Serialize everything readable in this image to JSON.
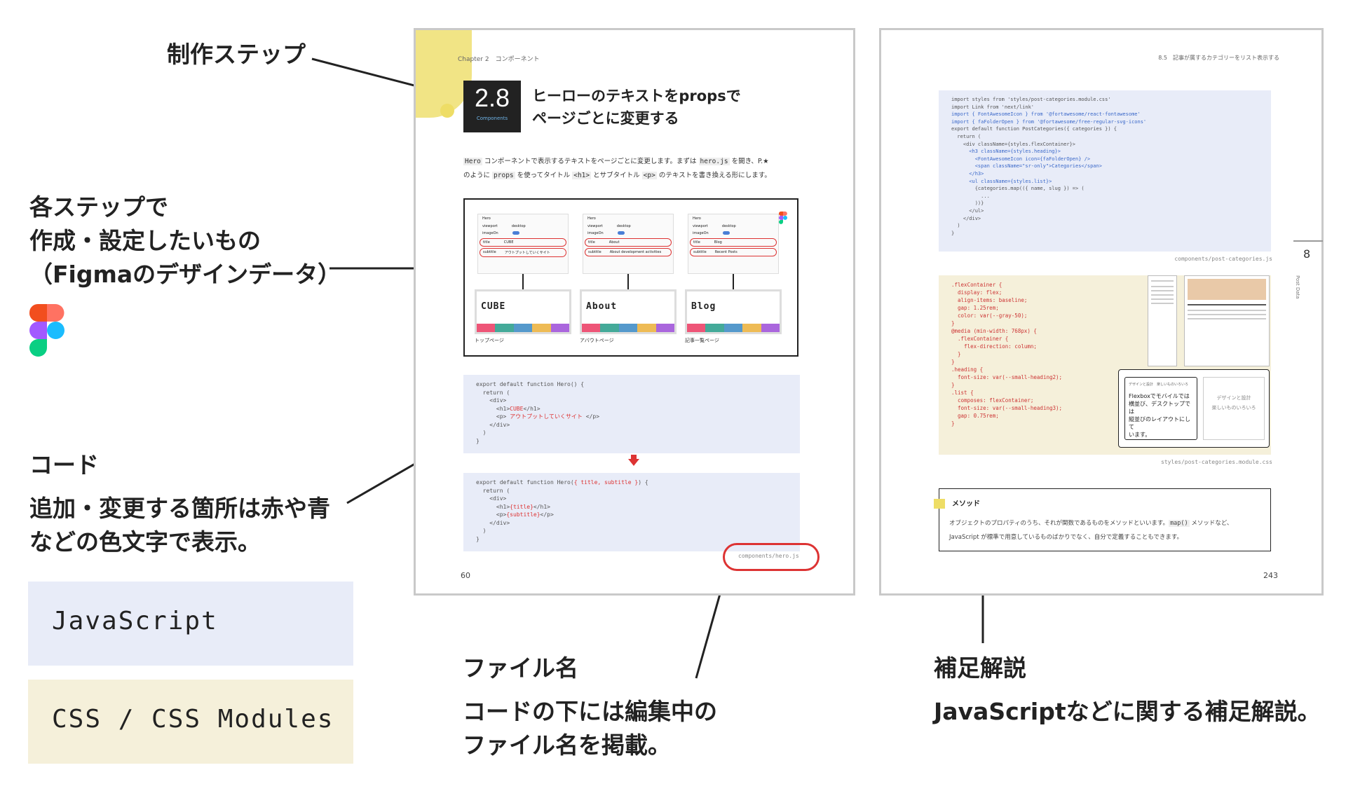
{
  "annotations": {
    "step": "制作ステップ",
    "figma_lines": [
      "各ステップで",
      "作成・設定したいもの",
      "（Figmaのデザインデータ）"
    ],
    "code_title": "コード",
    "code_lines": [
      "追加・変更する箇所は赤や青",
      "などの色文字で表示。"
    ],
    "filename_title": "ファイル名",
    "filename_lines": [
      "コードの下には編集中の",
      "ファイル名を掲載。"
    ],
    "supplement_title": "補足解説",
    "supplement_desc": "JavaScriptなどに関する補足解説。"
  },
  "legend": {
    "js": "JavaScript",
    "css": "CSS / CSS Modules",
    "js_color": "#e8ecf8",
    "css_color": "#f5f0da"
  },
  "left_page": {
    "chapter": "Chapter 2　コンポーネント",
    "section_number": "2.8",
    "section_tag": "Components",
    "heading_lines": [
      "ヒーローのテキストをpropsで",
      "ページごとに変更する"
    ],
    "intro_line1_parts": [
      "Hero",
      " コンポーネントで表示するテキストをページごとに変更します。まずは ",
      "hero.js",
      " を開き、P.★"
    ],
    "intro_line2_parts": [
      "のように ",
      "props",
      " を使ってタイトル ",
      "<h1>",
      " とサブタイトル ",
      "<p>",
      " のテキストを書き換える形にします。"
    ],
    "figma_panels": [
      {
        "name": "Hero",
        "viewport": "viewport",
        "desktop": "desktop",
        "imageOn": "imageOn",
        "title_key": "title",
        "title": "CUBE",
        "subtitle_key": "subtitle",
        "subtitle": "アウトプットしていくサイト",
        "preview": "CUBE",
        "caption": "トップページ",
        "tag": "cube"
      },
      {
        "name": "Hero",
        "viewport": "viewport",
        "desktop": "desktop",
        "imageOn": "imageOn",
        "title_key": "title",
        "title": "About",
        "subtitle_key": "subtitle",
        "subtitle": "About development activities",
        "preview": "About",
        "caption": "アバウトページ",
        "tag": "about"
      },
      {
        "name": "Hero",
        "viewport": "viewport",
        "desktop": "desktop",
        "imageOn": "imageOn",
        "title_key": "title",
        "title": "Blog",
        "subtitle_key": "subtitle",
        "subtitle": "Recent Posts",
        "preview": "Blog",
        "caption": "記事一覧ページ",
        "tag": "blog"
      }
    ],
    "code_before": {
      "l1": "export default function Hero() {",
      "l2": "  return (",
      "l3": "    <div>",
      "l4a": "      <h1>",
      "l4b": "CUBE",
      "l4c": "</h1>",
      "l5a": "      <p> ",
      "l5b": "アウトプットしていくサイト",
      "l5c": " </p>",
      "l6": "    </div>",
      "l7": "  )",
      "l8": "}"
    },
    "code_after": {
      "l1a": "export default function Hero(",
      "l1b": "{ title, subtitle }",
      "l1c": ") {",
      "l2": "  return (",
      "l3": "    <div>",
      "l4a": "      <h1>",
      "l4b": "{title}",
      "l4c": "</h1>",
      "l5a": "      <p>",
      "l5b": "{subtitle}",
      "l5c": "</p>",
      "l6": "    </div>",
      "l7": "  )",
      "l8": "}"
    },
    "filename": "components/hero.js",
    "page_number": "60"
  },
  "right_page": {
    "header": "8.5　記事が属するカテゴリーをリスト表示する",
    "chapter_number": "8",
    "side_label": "Post Data",
    "js_code": [
      "import styles from 'styles/post-categories.module.css'",
      "import Link from 'next/link'",
      "import { FontAwesomeIcon } from '@fortawesome/react-fontawesome'",
      "import { faFolderOpen } from '@fortawesome/free-regular-svg-icons'",
      "",
      "export default function PostCategories({ categories }) {",
      "  return (",
      "    <div className={styles.flexContainer}>",
      "      <h3 className={styles.heading}>",
      "        <FontAwesomeIcon icon={faFolderOpen} />",
      "        <span className=\"sr-only\">Categories</span>",
      "      </h3>",
      "      <ul className={styles.list}>",
      "        {categories.map(({ name, slug }) => (",
      "          ...",
      "        ))}",
      "      </ul>",
      "    </div>",
      "  )",
      "}"
    ],
    "js_filename": "components/post-categories.js",
    "css_code": [
      ".flexContainer {",
      "  display: flex;",
      "  align-items: baseline;",
      "  gap: 1.25rem;",
      "  color: var(--gray-50);",
      "}",
      "",
      "@media (min-width: 768px) {",
      "  .flexContainer {",
      "    flex-direction: column;",
      "  }",
      "}",
      "",
      ".heading {",
      "  font-size: var(--small-heading2);",
      "}",
      "",
      ".list {",
      "  composes: flexContainer;",
      "  font-size: var(--small-heading3);",
      "  gap: 0.75rem;",
      "}"
    ],
    "css_filename": "styles/post-categories.module.css",
    "callout_lines": [
      "Flexboxでモバイルでは",
      "横並び、デスクトップでは",
      "縦並びのレイアウトにして",
      "います。"
    ],
    "callout_right_lines": [
      "デザインと設計",
      "楽しいものいろいろ"
    ],
    "callout_header": "デザインと設計　楽しいものいろいろ",
    "method_title": "メソッド",
    "method_line1_parts": [
      "オブジェクトのプロパティのうち、それが関数であるものをメソッドといいます。",
      "map()",
      " メソッドなど、"
    ],
    "method_line2": "JavaScript が標準で用意しているものばかりでなく、自分で定義することもできます。",
    "page_number": "243"
  }
}
